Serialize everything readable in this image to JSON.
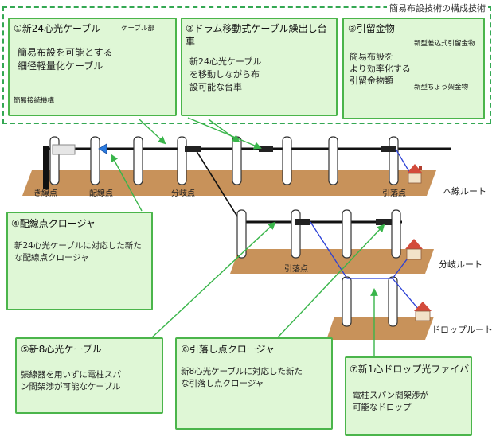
{
  "frame": {
    "title": "簡易布設技術の構成技術"
  },
  "boxes": {
    "b1": {
      "title": "①新24心光ケーブル",
      "desc": "簡易布設を可能とする\n細径軽量化ケーブル",
      "sub_cable": "ケーブル部",
      "sub_conn": "簡易接続機構"
    },
    "b2": {
      "title": "②ドラム移動式ケーブル繰出し台車",
      "title_l1": "②ドラム移動式ケーブル繰出し台",
      "title_l2": "車",
      "desc": "新24心光ケーブル\nを移動しながら布\n設可能な台車"
    },
    "b3": {
      "title": "③引留金物",
      "desc": "簡易布設を\nより効率化する\n引留金物類",
      "sub1": "新型差込式引留金物",
      "sub2": "新型ちょう架金物"
    },
    "b4": {
      "title": "④配線点クロージャ",
      "desc": "新24心光ケーブルに対応した新た\nな配線点クロージャ"
    },
    "b5": {
      "title": "⑤新8心光ケーブル",
      "desc": "張線器を用いずに電柱スパ\nン間架渉が可能なケーブル"
    },
    "b6": {
      "title": "⑥引落し点クロージャ",
      "desc": "新8心光ケーブルに対応した新た\nな引落し点クロージャ"
    },
    "b7": {
      "title": "⑦新1心ドロップ光ファイバ",
      "desc": "電柱スパン間架渉が\n可能なドロップ"
    }
  },
  "routes": {
    "main": "本線ルート",
    "branch": "分岐ルート",
    "drop": "ドロップルート"
  },
  "points": {
    "kisen": "き線点",
    "haisen": "配線点",
    "bunki": "分岐点",
    "hikiotoshi_main": "引落点",
    "hikiotoshi_branch": "引落点"
  },
  "colors": {
    "box_fill": "#dff7d6",
    "box_border": "#4bb54b",
    "ground": "#c8925a",
    "arrow": "#39b54a",
    "drop_line": "#2a3fd6"
  }
}
